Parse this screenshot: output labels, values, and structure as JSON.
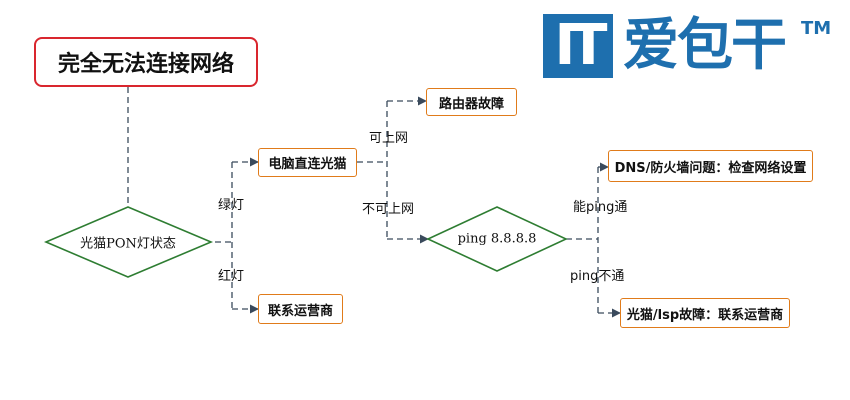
{
  "title": "完全无法连接网络",
  "logo": {
    "it": "IT",
    "name": "爱包干",
    "tm": "TM"
  },
  "nodes": {
    "status": "光猫PON灯状态",
    "direct": "电脑直连光猫",
    "isp_red": "联系运营商",
    "router_fault": "路由器故障",
    "ping_test": "ping 8.8.8.8",
    "dns": "DNS/防火墙问题：检查网络设置",
    "modem_isp": "光猫/lsp故障：联系运营商"
  },
  "edges": {
    "green": "绿灯",
    "red": "红灯",
    "can_access": "可上网",
    "cannot_access": "不可上网",
    "ping_ok": "能ping通",
    "ping_fail": "ping不通"
  },
  "colors": {
    "connector": "#3a4a5c",
    "box_border": "#e07b1a",
    "diamond_border": "#2e7d32",
    "title_border": "#d9262e",
    "logo": "#1e6fae"
  }
}
